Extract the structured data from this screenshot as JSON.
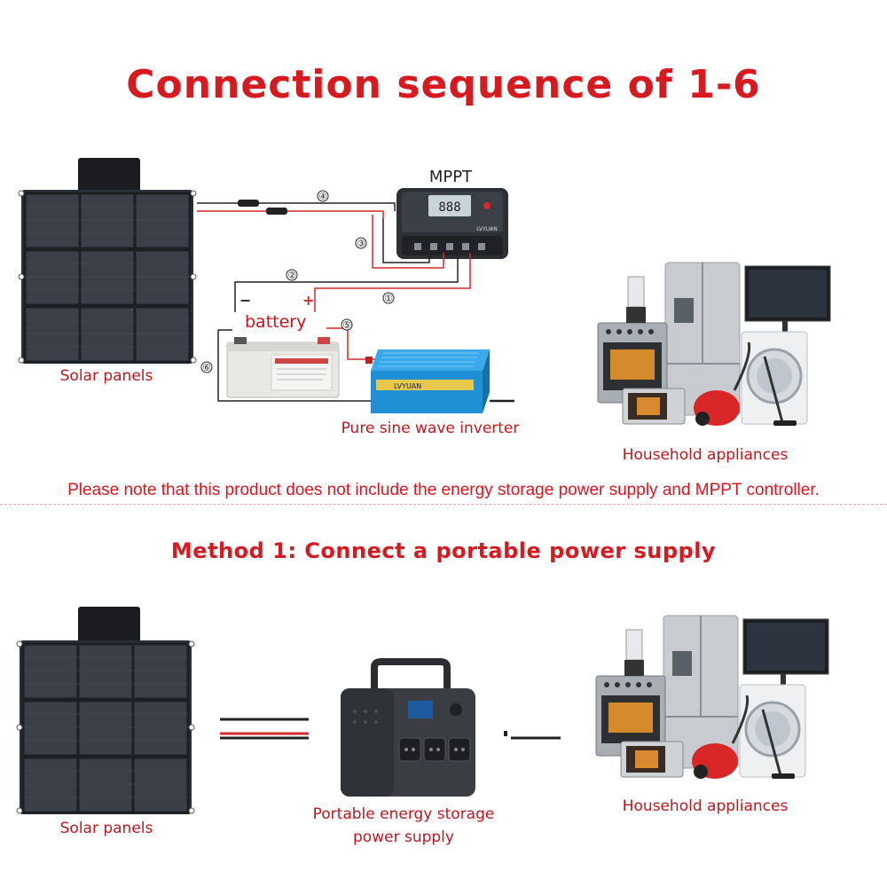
{
  "title": "Connection sequence of 1-6",
  "diagram1": {
    "solar_label": "Solar panels",
    "mppt_label": "MPPT",
    "mppt_display": "888",
    "mppt_brand": "LVYUAN",
    "battery_label": "battery",
    "battery_minus": "−",
    "battery_plus": "+",
    "inverter_label": "Pure sine wave  inverter",
    "inverter_brand": "LVYUAN",
    "appliances_label": "Household appliances",
    "steps": [
      "①",
      "②",
      "③",
      "④",
      "⑤",
      "⑥"
    ]
  },
  "note": "Please note that this product does not include the energy storage power supply and MPPT controller.",
  "method1": {
    "title": "Method 1: Connect a portable power supply",
    "solar_label": "Solar panels",
    "power_supply_label_line1": "Portable energy storage",
    "power_supply_label_line2": "power supply",
    "appliances_label": "Household appliances"
  },
  "colors": {
    "accent_red": "#d71920",
    "panel_dark": "#2b2f36",
    "inverter_blue": "#1f8fd6",
    "wire_red": "#d42a2a",
    "wire_black": "#222222"
  }
}
